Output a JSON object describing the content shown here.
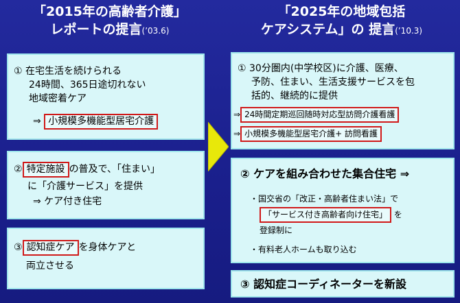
{
  "left_title": {
    "line1": "「2015年の高齢者介護」",
    "line2": "レポートの提言",
    "date": "(’03.6)"
  },
  "right_title": {
    "line1": "「2025年の地域包括",
    "line2": "ケアシステム」の 提言",
    "date": "(’10.3)"
  },
  "left_boxes": [
    {
      "num": "①",
      "lines": [
        "在宅生活を続けられる",
        "24時間、365日途切れない",
        "地域密着ケア"
      ],
      "arrow": "⇒",
      "highlight": "小規模多機能型居宅介護"
    },
    {
      "num": "②",
      "highlight": "特定施設",
      "line1_rest": "の普及で、「住まい」",
      "line2": "に「介護サービス」を提供",
      "line3": "⇒ ケア付き住宅"
    },
    {
      "num": "③",
      "highlight": "認知症ケア",
      "line1_rest": "を身体ケアと",
      "line2": "両立させる"
    }
  ],
  "right_boxes": [
    {
      "num": "①",
      "lines": [
        "30分圏内(中学校区)に介護、医療、",
        "予防、住まい、生活支援サービスを包",
        "括的、継続的に提供"
      ],
      "arrow1": "⇒",
      "highlight1": "24時間定期巡回随時対応型訪問介護看護",
      "arrow2": "⇒",
      "highlight2": "小規模多機能型居宅介護+ 訪問看護"
    },
    {
      "heading": "② ケアを組み合わせた集合住宅 ⇒",
      "bullet1": "・国交省の「改正・高齢者住まい法」で",
      "highlight": "「サービス付き高齢者向け住宅」",
      "bullet1_after": "を",
      "bullet1_line3": "登録制に",
      "bullet2": "・有料老人ホームも取り込む"
    },
    {
      "heading": "③ 認知症コーディネーターを新設"
    }
  ]
}
